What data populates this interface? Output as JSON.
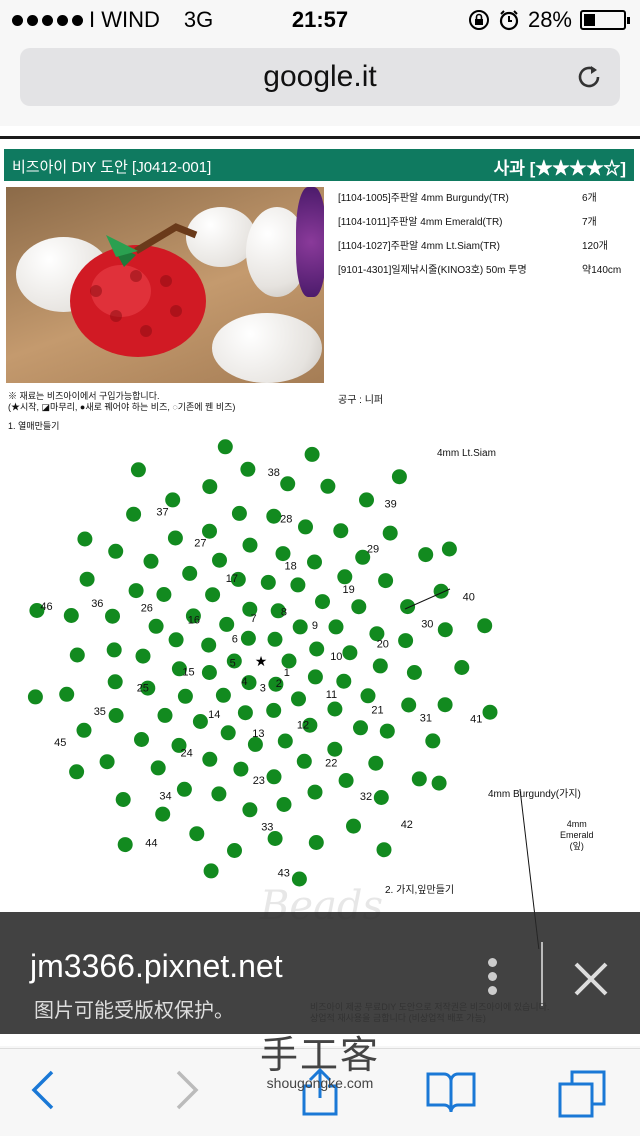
{
  "status": {
    "carrier": "I WIND",
    "network": "3G",
    "time": "21:57",
    "battery": "28%",
    "battery_level": 0.28
  },
  "browser": {
    "url": "google.it"
  },
  "pattern": {
    "title_left": "비즈아이 DIY 도안 [J0412-001]",
    "title_right": "사과 [★★★★☆]",
    "materials": [
      {
        "name": "[1104-1005]주판알 4mm Burgundy(TR)",
        "qty": "6개"
      },
      {
        "name": "[1104-1011]주판알 4mm Emerald(TR)",
        "qty": "7개"
      },
      {
        "name": "[1104-1027]주판알 4mm Lt.Siam(TR)",
        "qty": "120개"
      },
      {
        "name": "[9101-4301]일제낚시줄(KINO3호) 50m 투명",
        "qty": "약140cm"
      }
    ],
    "note_line1": "※ 재료는 비즈아이에서 구입가능합니다.",
    "note_line2": "(★시작, ◪마무리, ●새로 꿰어야 하는 비즈, ◌기존에 꿴 비즈)",
    "tool": "공구 : 니퍼",
    "step1": "1. 열매만들기",
    "step2": "2. 가지,잎만들기",
    "label_siam": "4mm Lt.Siam",
    "label_burgundy": "4mm Burgundy(가지)",
    "label_emerald_1": "4mm",
    "label_emerald_2": "Emerald",
    "label_emerald_3": "(잎)",
    "watermark": "Beads",
    "bottom_note_1": "비즈아이 제공 무료DIY 도안으로 저작권은 비즈아이에 있습니다.",
    "bottom_note_2": "상업적 재사용을 금합니다 (비상업적 배포 가능)",
    "numbers": [
      "1",
      "2",
      "3",
      "4",
      "5",
      "6",
      "7",
      "8",
      "9",
      "10",
      "11",
      "12",
      "13",
      "14",
      "15",
      "16",
      "17",
      "18",
      "19",
      "20",
      "21",
      "22",
      "23",
      "24",
      "25",
      "26",
      "27",
      "28",
      "29",
      "30",
      "31",
      "32",
      "33",
      "34",
      "35",
      "36",
      "37",
      "38",
      "39",
      "40",
      "41",
      "42",
      "43",
      "44",
      "45",
      "46"
    ]
  },
  "overlay": {
    "site": "jm3366.pixnet.net",
    "copyright": "图片可能受版权保护。"
  },
  "brand": {
    "zh": "手工客",
    "en": "shougongke.com"
  },
  "icons": {
    "back": "chevron-left-icon",
    "forward": "chevron-right-icon",
    "share": "share-icon",
    "bookmarks": "book-icon",
    "tabs": "tabs-icon",
    "reload": "reload-icon",
    "close": "close-icon",
    "more": "more-vertical-icon"
  },
  "colors": {
    "accent": "#1a78d6",
    "title_green": "#0f7a60",
    "bead_green": "#128a1f",
    "thread_red": "#c8321e",
    "thread_blue": "#1d3fa3"
  }
}
